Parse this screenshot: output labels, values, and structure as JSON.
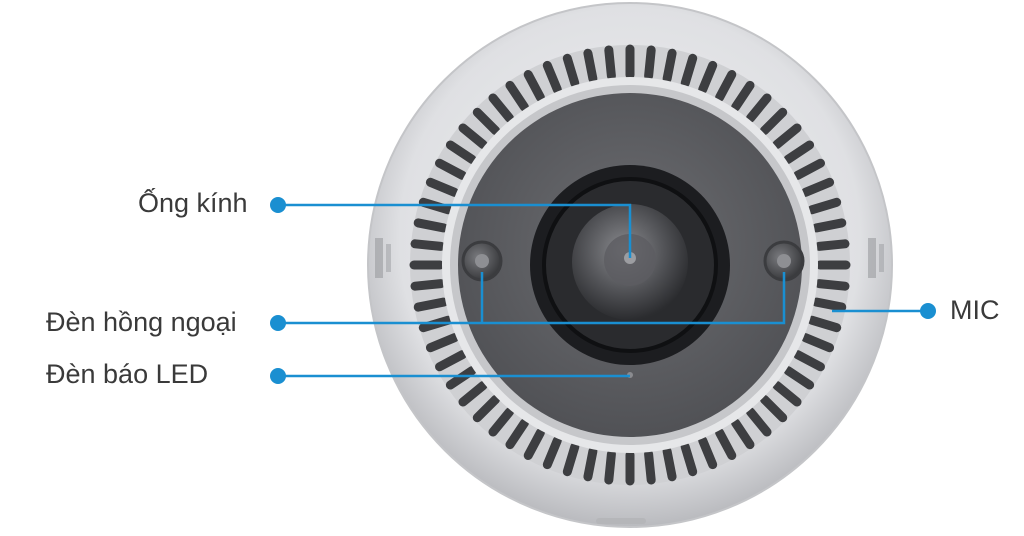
{
  "labels": {
    "lens": "Ống kính",
    "ir_lights": "Đèn hồng ngoại",
    "led_indicator": "Đèn báo LED",
    "mic": "MIC"
  },
  "colors": {
    "callout": "#1a8fd1",
    "label_text": "#3a3a3a",
    "housing": "#e2e3e5",
    "face": "#5d5e61",
    "lens_ring": "#1c1d20"
  },
  "icons": {
    "callout_dot": "filled-circle"
  }
}
